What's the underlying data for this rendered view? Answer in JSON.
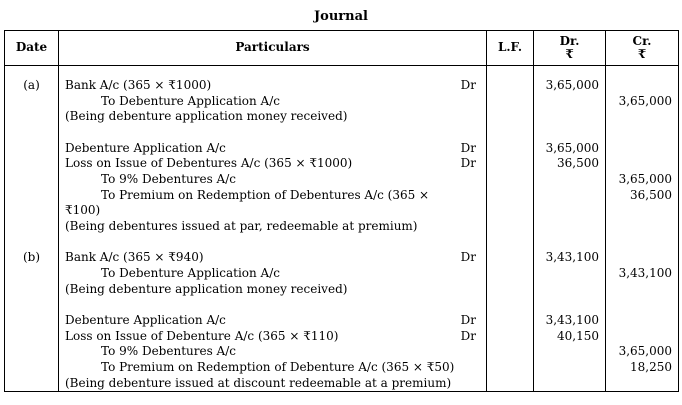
{
  "title": "Journal",
  "headers": {
    "date": "Date",
    "particulars": "Particulars",
    "lf": "L.F.",
    "dr": "Dr.",
    "cr": "Cr.",
    "currency": "₹"
  },
  "entries": [
    {
      "date": "(a)",
      "lines": [
        {
          "text": "Bank A/c (365 × ₹1000)",
          "drmark": "Dr",
          "dr": "3,65,000",
          "cr": ""
        },
        {
          "text": "To Debenture Application A/c",
          "drmark": "",
          "dr": "",
          "cr": "3,65,000"
        },
        {
          "text": "(Being debenture application money received)",
          "drmark": "",
          "dr": "",
          "cr": ""
        }
      ]
    },
    {
      "date": "",
      "lines": [
        {
          "text": "Debenture Application A/c",
          "drmark": "Dr",
          "dr": "3,65,000",
          "cr": ""
        },
        {
          "text": "Loss on Issue of Debentures A/c (365 × ₹1000)",
          "drmark": "Dr",
          "dr": "36,500",
          "cr": ""
        },
        {
          "text": "To 9% Debentures A/c",
          "drmark": "",
          "dr": "",
          "cr": "3,65,000"
        },
        {
          "text": "To Premium on Redemption of Debentures A/c (365 ×",
          "drmark": "",
          "dr": "",
          "cr": "36,500"
        },
        {
          "text": "₹100)",
          "drmark": "",
          "dr": "",
          "cr": ""
        },
        {
          "text": "(Being debentures issued at par, redeemable at premium)",
          "drmark": "",
          "dr": "",
          "cr": ""
        }
      ]
    },
    {
      "date": "(b)",
      "lines": [
        {
          "text": "Bank A/c (365 × ₹940)",
          "drmark": "Dr",
          "dr": "3,43,100",
          "cr": ""
        },
        {
          "text": "To Debenture Application A/c",
          "drmark": "",
          "dr": "",
          "cr": "3,43,100"
        },
        {
          "text": "(Being debenture application money received)",
          "drmark": "",
          "dr": "",
          "cr": ""
        }
      ]
    },
    {
      "date": "",
      "lines": [
        {
          "text": "Debenture Application A/c",
          "drmark": "Dr",
          "dr": "3,43,100",
          "cr": ""
        },
        {
          "text": "Loss on Issue of Debenture A/c (365 × ₹110)",
          "drmark": "Dr",
          "dr": "40,150",
          "cr": ""
        },
        {
          "text": "To 9% Debentures A/c",
          "drmark": "",
          "dr": "",
          "cr": "3,65,000"
        },
        {
          "text": "To Premium on Redemption of Debenture A/c (365 × ₹50)",
          "drmark": "",
          "dr": "",
          "cr": "18,250"
        },
        {
          "text": "(Being debenture issued at discount redeemable at a premium)",
          "drmark": "",
          "dr": "",
          "cr": ""
        }
      ]
    }
  ]
}
